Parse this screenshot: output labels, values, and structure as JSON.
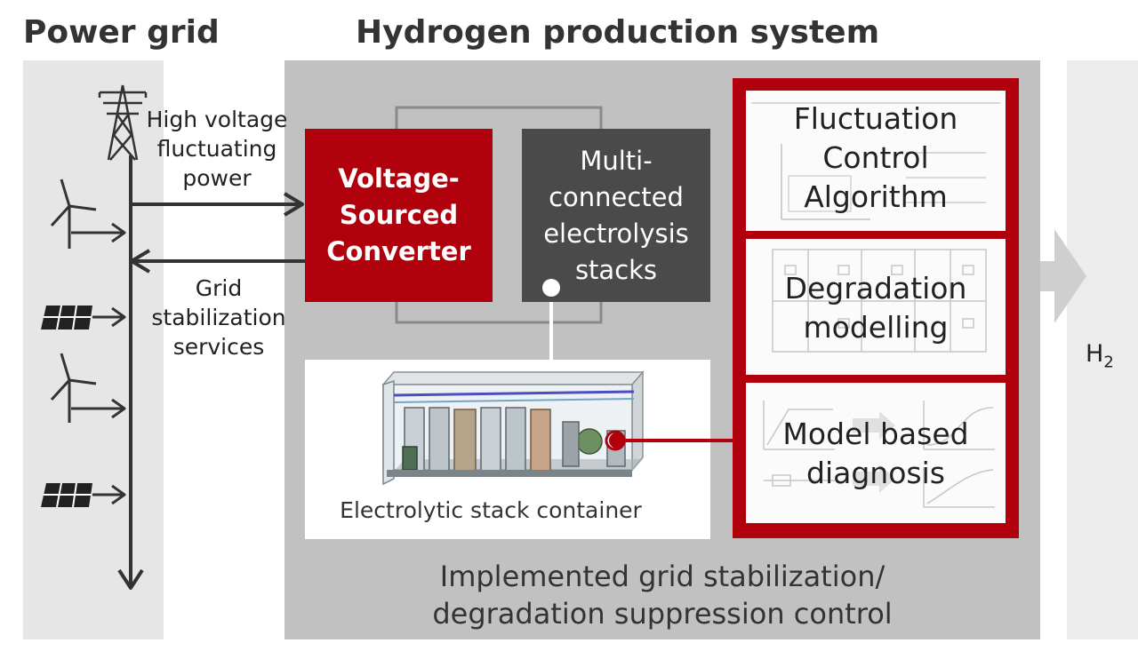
{
  "headings": {
    "power_grid": "Power grid",
    "hydrogen_system": "Hydrogen production system"
  },
  "grid_labels": {
    "input_power": [
      "High voltage",
      "fluctuating",
      "power"
    ],
    "services": [
      "Grid",
      "stabilization",
      "services"
    ]
  },
  "blocks": {
    "converter": [
      "Voltage-",
      "Sourced",
      "Converter"
    ],
    "stacks": [
      "Multi-",
      "connected",
      "electrolysis",
      "stacks"
    ]
  },
  "container": {
    "caption": "Electrolytic stack container"
  },
  "controls": [
    {
      "lines": [
        "Fluctuation",
        "Control",
        "Algorithm"
      ]
    },
    {
      "lines": [
        "Degradation",
        "modelling"
      ]
    },
    {
      "lines": [
        "Model based",
        "diagnosis"
      ]
    }
  ],
  "bottom_caption": [
    "Implemented grid stabilization/",
    "degradation suppression control"
  ],
  "output": {
    "symbol": "H",
    "subscript": "2"
  },
  "colors": {
    "accent_red": "#b0000b",
    "stack_gray": "#4a4a4a",
    "system_panel": "#c1c1c1",
    "grid_panel": "#e6e6e6"
  }
}
